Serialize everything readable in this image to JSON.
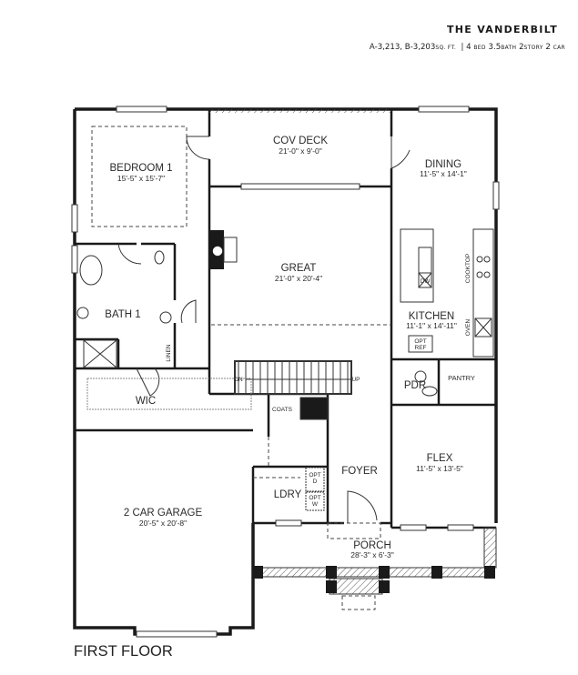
{
  "header": {
    "plan_name": "THE VANDERBILT",
    "sqft_a": "A-3,213,",
    "sqft_b": "B-3,203",
    "sqft_unit": "SQ. FT.",
    "separator": "|",
    "beds_num": "4",
    "beds_unit": "BED",
    "baths_num": "3.5",
    "baths_unit": "BATH",
    "stories_num": "2",
    "stories_unit": "STORY",
    "garage_num": "2",
    "garage_unit": "CAR"
  },
  "floor_label": "FIRST FLOOR",
  "rooms": {
    "bedroom1": {
      "name": "BEDROOM 1",
      "dims": "15'-5\" x 15'-7\""
    },
    "cov_deck": {
      "name": "COV DECK",
      "dims": "21'-0\" x 9'-0\""
    },
    "dining": {
      "name": "DINING",
      "dims": "11'-5\" x 14'-1\""
    },
    "great": {
      "name": "GREAT",
      "dims": "21'-0\" x 20'-4\""
    },
    "kitchen": {
      "name": "KITCHEN",
      "dims": "11'-1\" x 14'-11\""
    },
    "bath1": {
      "name": "BATH 1"
    },
    "wic": {
      "name": "WIC"
    },
    "pdr": {
      "name": "PDR"
    },
    "pantry": {
      "name": "PANTRY"
    },
    "flex": {
      "name": "FLEX",
      "dims": "11'-5\" x 13'-5\""
    },
    "foyer": {
      "name": "FOYER"
    },
    "ldry": {
      "name": "LDRY"
    },
    "garage": {
      "name": "2 CAR GARAGE",
      "dims": "20'-5\" x 20'-8\""
    },
    "porch": {
      "name": "PORCH",
      "dims": "28'-3\" x 6'-3\""
    }
  },
  "annotations": {
    "linen": "LINEN",
    "coats": "COATS",
    "stair_dn": "DN",
    "stair_up": "UP",
    "opt_ref_1": "OPT",
    "opt_ref_2": "REF",
    "opt_d_1": "OPT",
    "opt_d_2": "D",
    "opt_w_1": "OPT",
    "opt_w_2": "W",
    "cooktop": "COOKTOP",
    "oven": "OVEN",
    "dw": "DW"
  },
  "colors": {
    "wall": "#1a1a1a",
    "line": "#333333",
    "dashed": "#444444",
    "hatch": "#555555",
    "window": "#ffffff"
  }
}
